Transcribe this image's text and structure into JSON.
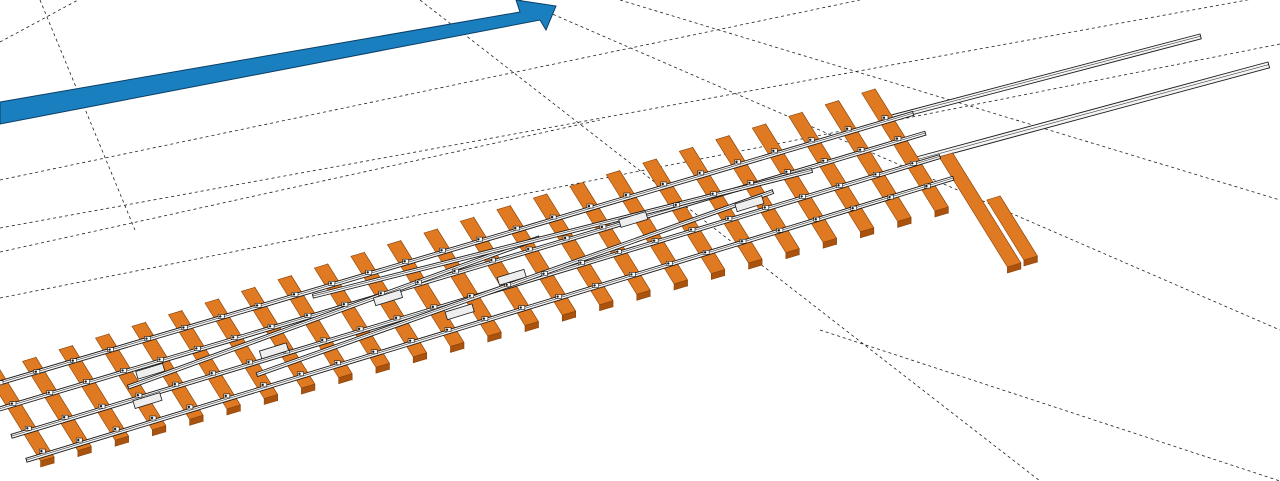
{
  "scene": {
    "title": "",
    "sleeper_color": "#e07a22",
    "sleeper_edge_color": "#8a4208",
    "rail_color": "#f4f4f4",
    "rail_edge_color": "#1a1a1a",
    "axis_arrow_color": "#1a7fbf",
    "axis_arrow_edge_color": "#0b3f66",
    "guide_line_color": "#222222",
    "background_color": "#ffffff",
    "grid_lines": "dashed",
    "objects": [
      "railway-turnout-model",
      "direction-arrow",
      "guide-grid"
    ]
  }
}
